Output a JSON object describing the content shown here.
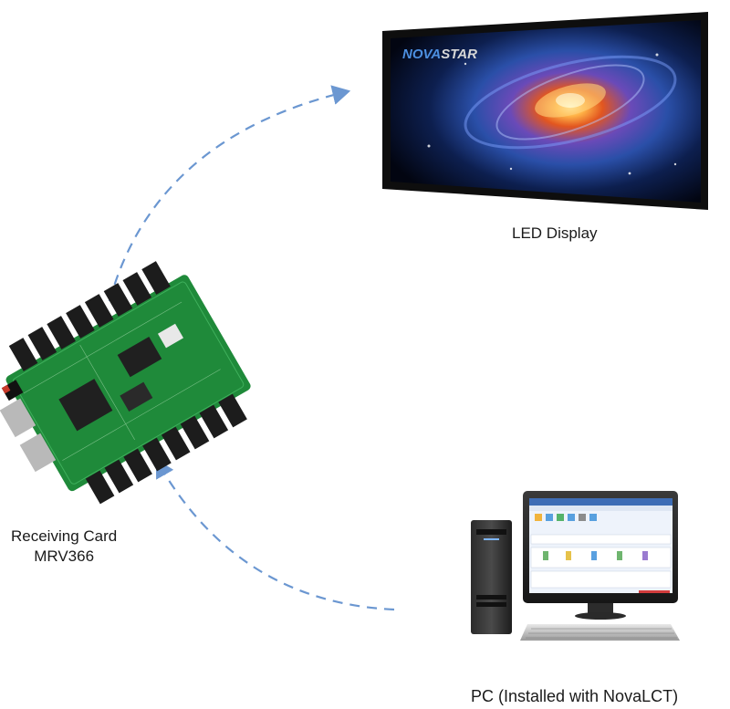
{
  "nodes": {
    "led_display": {
      "label": "LED Display",
      "screen_brand": "NOVASTAR",
      "brand_part1": "NOVA",
      "brand_part2": "STAR"
    },
    "receiving_card": {
      "label_line1": "Receiving Card",
      "label_line2": "MRV366"
    },
    "pc": {
      "label": "PC (Installed with NovaLCT)"
    }
  },
  "edges": [
    {
      "from": "receiving_card",
      "to": "led_display",
      "style": "dashed-arrow"
    },
    {
      "from": "pc",
      "to": "receiving_card",
      "style": "dashed-arrow"
    }
  ],
  "colors": {
    "arrow": "#6b97d1",
    "pcb": "#1f8a3a",
    "connector": "#1c1c1c",
    "screen_bezel": "#0e0e0e",
    "galaxy_core": "#ffb347",
    "galaxy_blue": "#2a4fa8"
  }
}
